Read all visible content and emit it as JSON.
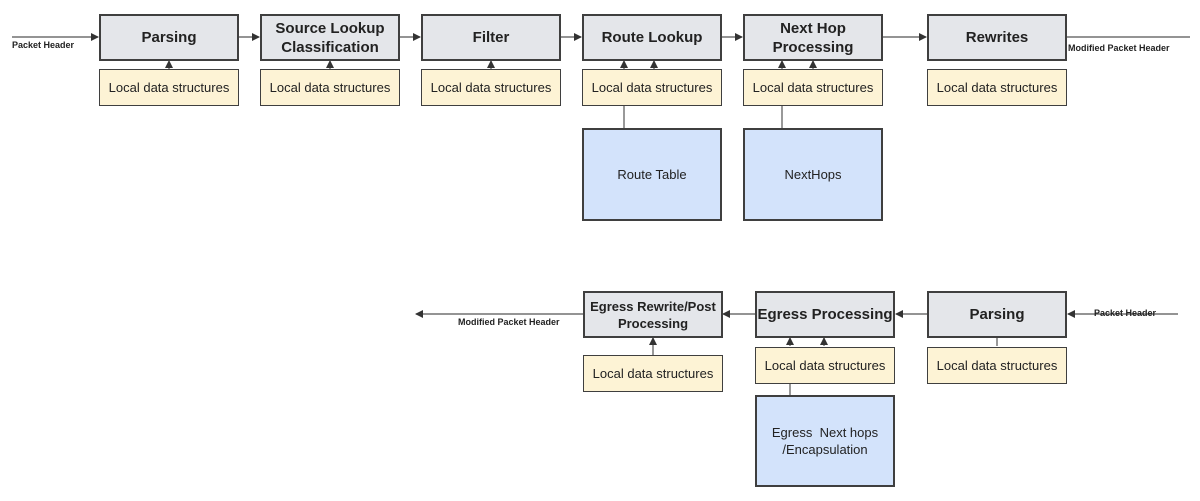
{
  "ingress": {
    "input_label": "Packet Header",
    "output_label": "Modified Packet Header",
    "stages": [
      {
        "label": "Parsing",
        "local": "Local data structures"
      },
      {
        "label": "Source Lookup Classification",
        "local": "Local data structures"
      },
      {
        "label": "Filter",
        "local": "Local data structures"
      },
      {
        "label": "Route Lookup",
        "local": "Local data structures",
        "table": "Route Table"
      },
      {
        "label": "Next Hop Processing",
        "local": "Local data structures",
        "table": "NextHops"
      },
      {
        "label": "Rewrites",
        "local": "Local data structures"
      }
    ]
  },
  "egress": {
    "input_label": "Packet Header",
    "output_label": "Modified Packet Header",
    "stages": [
      {
        "label": "Parsing",
        "local": "Local data structures"
      },
      {
        "label": "Egress Processing",
        "local": "Local data structures",
        "table": "Egress  Next hops /Encapsulation"
      },
      {
        "label": "Egress Rewrite/Post Processing",
        "local": "Local data structures"
      }
    ]
  }
}
